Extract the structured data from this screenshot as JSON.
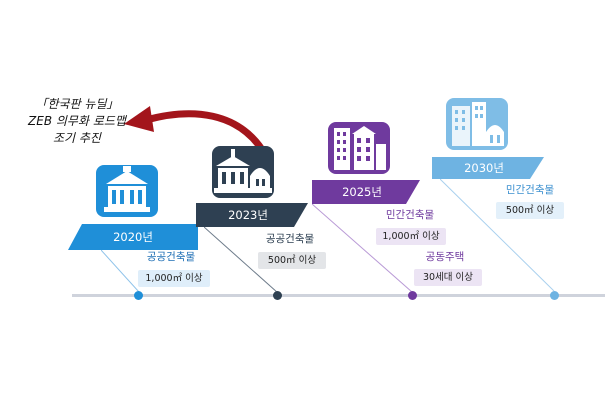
{
  "callout": {
    "line1": "「한국판 뉴딜」",
    "line2": "ZEB 의무화 로드맵",
    "line3": "조기 추진"
  },
  "milestones": [
    {
      "year": "2020년",
      "items": [
        {
          "label": "공공건축물",
          "value": "1,000㎡ 이상"
        }
      ]
    },
    {
      "year": "2023년",
      "items": [
        {
          "label": "공공건축물",
          "value": "500㎡ 이상"
        }
      ]
    },
    {
      "year": "2025년",
      "items": [
        {
          "label": "민간건축물",
          "value": "1,000㎡ 이상"
        },
        {
          "label": "공동주택",
          "value": "30세대 이상"
        }
      ]
    },
    {
      "year": "2030년",
      "items": [
        {
          "label": "민간건축물",
          "value": "500㎡ 이상"
        }
      ]
    }
  ],
  "colors": {
    "m2020": "#1f8fd8",
    "m2023": "#2e4052",
    "m2025": "#6f3a9e",
    "m2030": "#5aa6db",
    "arrow": "#a3151b",
    "timeline": "#cfd3dc"
  }
}
